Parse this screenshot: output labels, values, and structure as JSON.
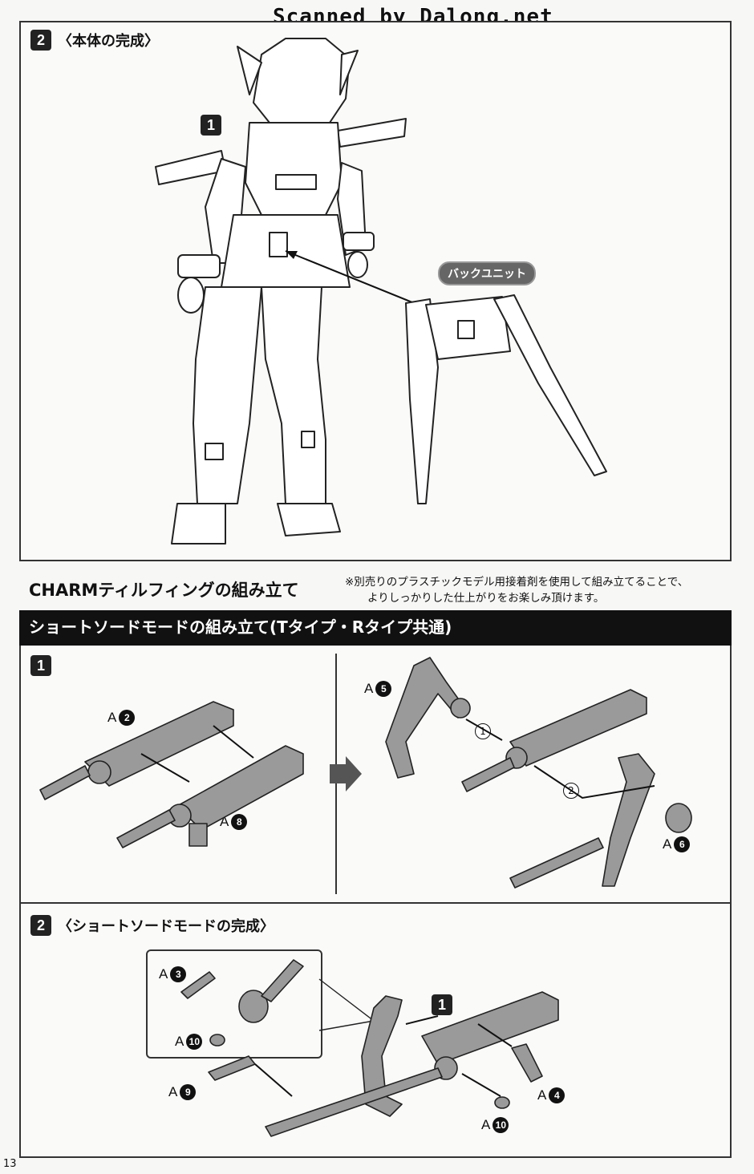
{
  "watermark": "Scanned by Dalong.net",
  "top_section": {
    "step_number": "2",
    "step_title": "〈本体の完成〉",
    "sub_step": "1",
    "callout": "バックユニット"
  },
  "charm": {
    "heading": "CHARMティルフィングの組み立て",
    "note_line1": "※別売りのプラスチックモデル用接着剤を使用して組み立てることで、",
    "note_line2": "よりしっかりした仕上がりをお楽しみ頂けます。",
    "section_bar": "ショートソードモードの組み立て(Tタイプ・Rタイプ共通)"
  },
  "step1": {
    "number": "1",
    "parts": [
      {
        "letter": "A",
        "num": "2"
      },
      {
        "letter": "A",
        "num": "8"
      },
      {
        "letter": "A",
        "num": "5"
      },
      {
        "letter": "A",
        "num": "6"
      }
    ],
    "order": [
      "1",
      "2"
    ]
  },
  "step2": {
    "number": "2",
    "title": "〈ショートソードモードの完成〉",
    "sub_step": "1",
    "parts": [
      {
        "letter": "A",
        "num": "3"
      },
      {
        "letter": "A",
        "num": "10"
      },
      {
        "letter": "A",
        "num": "9"
      },
      {
        "letter": "A",
        "num": "4"
      },
      {
        "letter": "A",
        "num": "10"
      }
    ]
  },
  "page_number": "13"
}
